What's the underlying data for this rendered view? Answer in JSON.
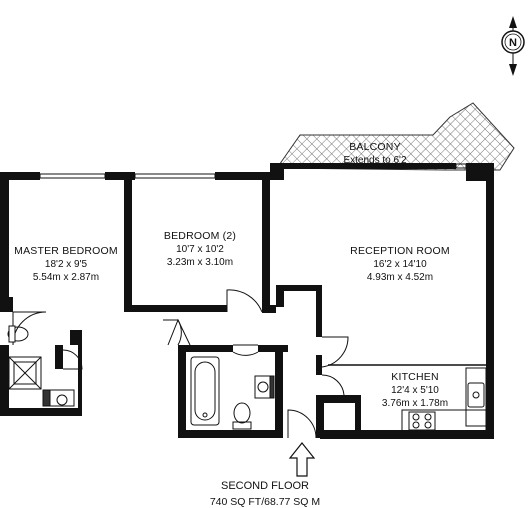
{
  "rooms": {
    "master_bedroom": {
      "name": "MASTER BEDROOM",
      "imperial": "18'2 x 9'5",
      "metric": "5.54m x 2.87m"
    },
    "bedroom2": {
      "name": "BEDROOM (2)",
      "imperial": "10'7 x 10'2",
      "metric": "3.23m x 3.10m"
    },
    "reception": {
      "name": "RECEPTION ROOM",
      "imperial": "16'2 x 14'10",
      "metric": "4.93m x 4.52m"
    },
    "kitchen": {
      "name": "KITCHEN",
      "imperial": "12'4 x 5'10",
      "metric": "3.76m x 1.78m"
    },
    "balcony": {
      "name": "BALCONY",
      "note": "Extends to 6'2"
    }
  },
  "compass": {
    "letter": "N"
  },
  "floor": {
    "name": "SECOND FLOOR",
    "area": "740 SQ FT/68.77 SQ M"
  },
  "colors": {
    "wall": "#111111",
    "hatch": "#555555"
  }
}
